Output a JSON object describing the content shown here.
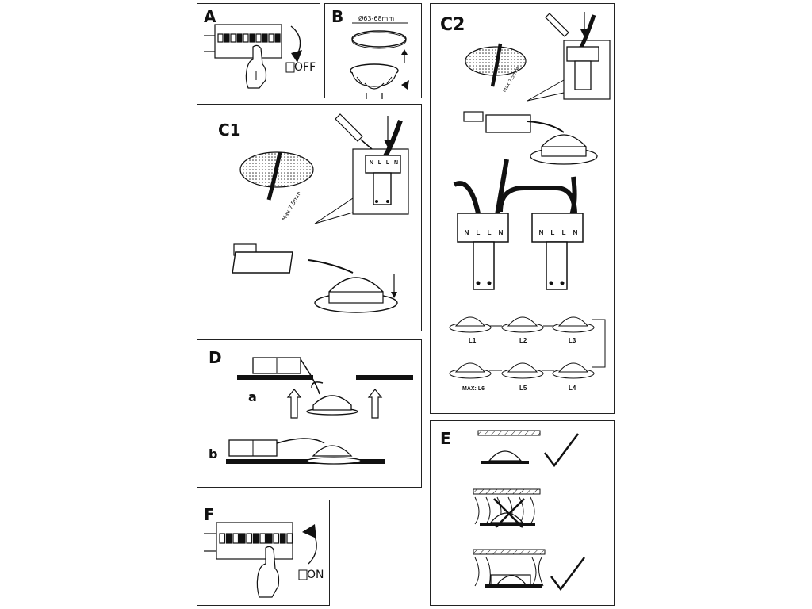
{
  "panels": {
    "A": {
      "label": "A",
      "state": "OFF"
    },
    "B": {
      "label": "B",
      "size": "Ø63-68mm"
    },
    "C1": {
      "label": "C1",
      "wire_max": "Max 7.5mm",
      "terminals": [
        "N",
        "L",
        "L",
        "N"
      ]
    },
    "C2": {
      "label": "C2",
      "wire_max": "Max 7.5mm",
      "terminals_left": [
        "N",
        "L",
        "L",
        "N"
      ],
      "terminals_right": [
        "N",
        "L",
        "L",
        "N"
      ],
      "lights": [
        "L1",
        "L2",
        "L3",
        "MAX: L6",
        "L5",
        "L4"
      ]
    },
    "D": {
      "label": "D",
      "steps": [
        "a",
        "b"
      ]
    },
    "E": {
      "label": "E"
    },
    "F": {
      "label": "F",
      "state": "ON"
    }
  },
  "icons": [
    "check-icon",
    "cross-icon",
    "arrow-icon",
    "hand-icon",
    "screwdriver-icon"
  ]
}
